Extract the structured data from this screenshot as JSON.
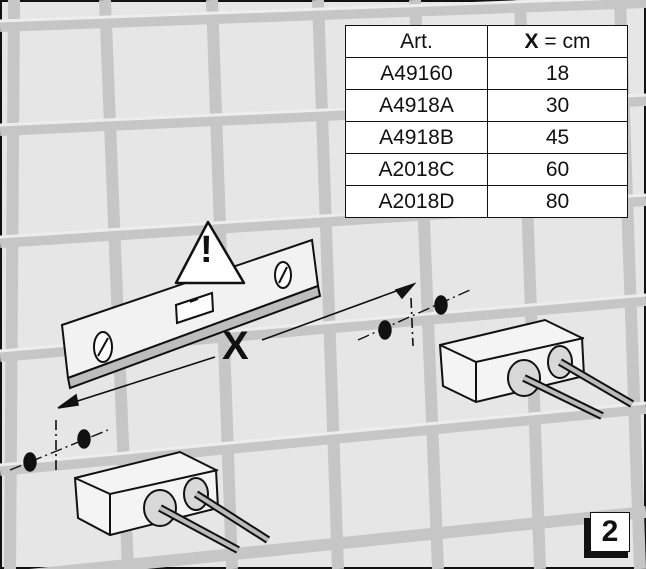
{
  "table": {
    "header": {
      "art": "Art.",
      "x_bold": "X",
      "x_rest": " = cm"
    },
    "rows": [
      {
        "art": "A49160",
        "x": "18"
      },
      {
        "art": "A4918A",
        "x": "30"
      },
      {
        "art": "A4918B",
        "x": "45"
      },
      {
        "art": "A2018C",
        "x": "60"
      },
      {
        "art": "A2018D",
        "x": "80"
      }
    ]
  },
  "dimension_label": "X",
  "warning_mark": "!",
  "step_number": "2",
  "icons": [
    "spirit-level-icon",
    "warning-triangle-icon",
    "wall-bracket-icon",
    "drill-hole-icon",
    "dimension-arrow-icon"
  ],
  "colors": {
    "tile": "#e3e3e3",
    "grout": "#c4c4c4",
    "ink": "#111111",
    "bracket_fill": "#f4f4f4"
  }
}
